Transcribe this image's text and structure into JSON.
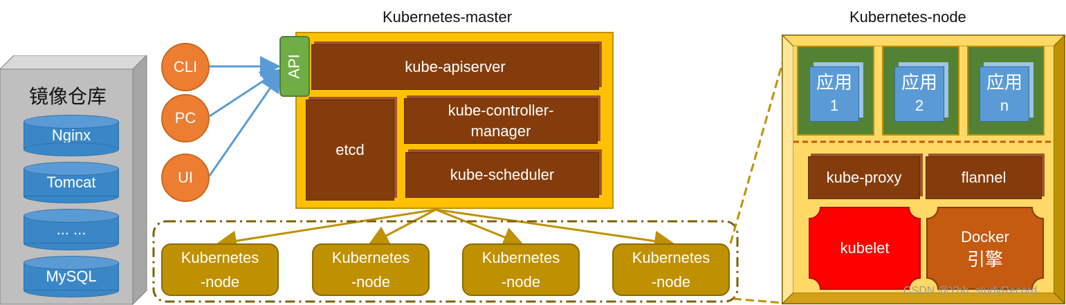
{
  "registry": {
    "title": "镜像仓库",
    "images": [
      "Nginx",
      "Tomcat",
      "... ...",
      "MySQL"
    ]
  },
  "clients": [
    "CLI",
    "PC",
    "UI"
  ],
  "master": {
    "title": "Kubernetes-master",
    "api_label": "API",
    "apiserver": "kube-apiserver",
    "etcd": "etcd",
    "controller_line1": "kube-controller-",
    "controller_line2": "manager",
    "scheduler": "kube-scheduler"
  },
  "nodes": [
    {
      "line1": "Kubernetes",
      "line2": "-node"
    },
    {
      "line1": "Kubernetes",
      "line2": "-node"
    },
    {
      "line1": "Kubernetes",
      "line2": "-node"
    },
    {
      "line1": "Kubernetes",
      "line2": "-node"
    }
  ],
  "node_detail": {
    "title": "Kubernetes-node",
    "apps": [
      {
        "line1": "应用",
        "line2": "1"
      },
      {
        "line1": "应用",
        "line2": "2"
      },
      {
        "line1": "应用",
        "line2": "n"
      }
    ],
    "kube_proxy": "kube-proxy",
    "flannel": "flannel",
    "kubelet": "kubelet",
    "docker_line1": "Docker",
    "docker_line2": "引擎"
  },
  "watermark": "CSDN @Ybb_studyRecord",
  "colors": {
    "master_bg": "#ffc000",
    "component": "#843c0c",
    "node": "#bf9000",
    "client": "#ed7d31",
    "app": "#5b9bd5",
    "app_frame": "#548235",
    "kubelet": "#ff0000",
    "docker": "#c55a11"
  }
}
